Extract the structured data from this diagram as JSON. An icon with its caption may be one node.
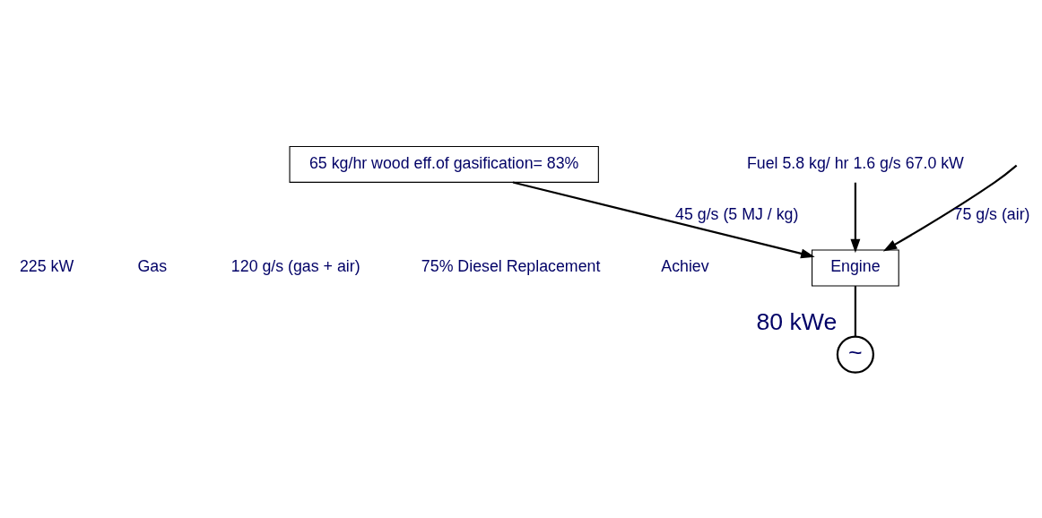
{
  "diagram": {
    "nodes": [
      {
        "text": [
          "65 kg/hr wood eff.of gasification= 83%"
        ]
      },
      {
        "text": [
          "Fuel 5.8 kg/ hr 1.6 g/s 67.0 kW"
        ]
      },
      {
        "text": [
          "Engine"
        ]
      },
      {
        "text": [
          "~"
        ],
        "beside": [
          "80 kWe"
        ]
      }
    ],
    "edges": [
      {
        "from": 0,
        "to": 2,
        "arrow": "to",
        "label": "45 g/s (5 MJ / kg)"
      },
      {
        "from": null,
        "to": 2,
        "arrow": "to",
        "label": "75 g/s (air)"
      },
      {
        "from": 1,
        "to": 2,
        "arrow": "to"
      },
      {
        "from": 2,
        "to": 3,
        "arrow": "none"
      }
    ],
    "labels": [
      "225 kW",
      "Gas",
      "120 g/s (gas + air)",
      "75% Diesel Replacement",
      "Achiev"
    ]
  }
}
